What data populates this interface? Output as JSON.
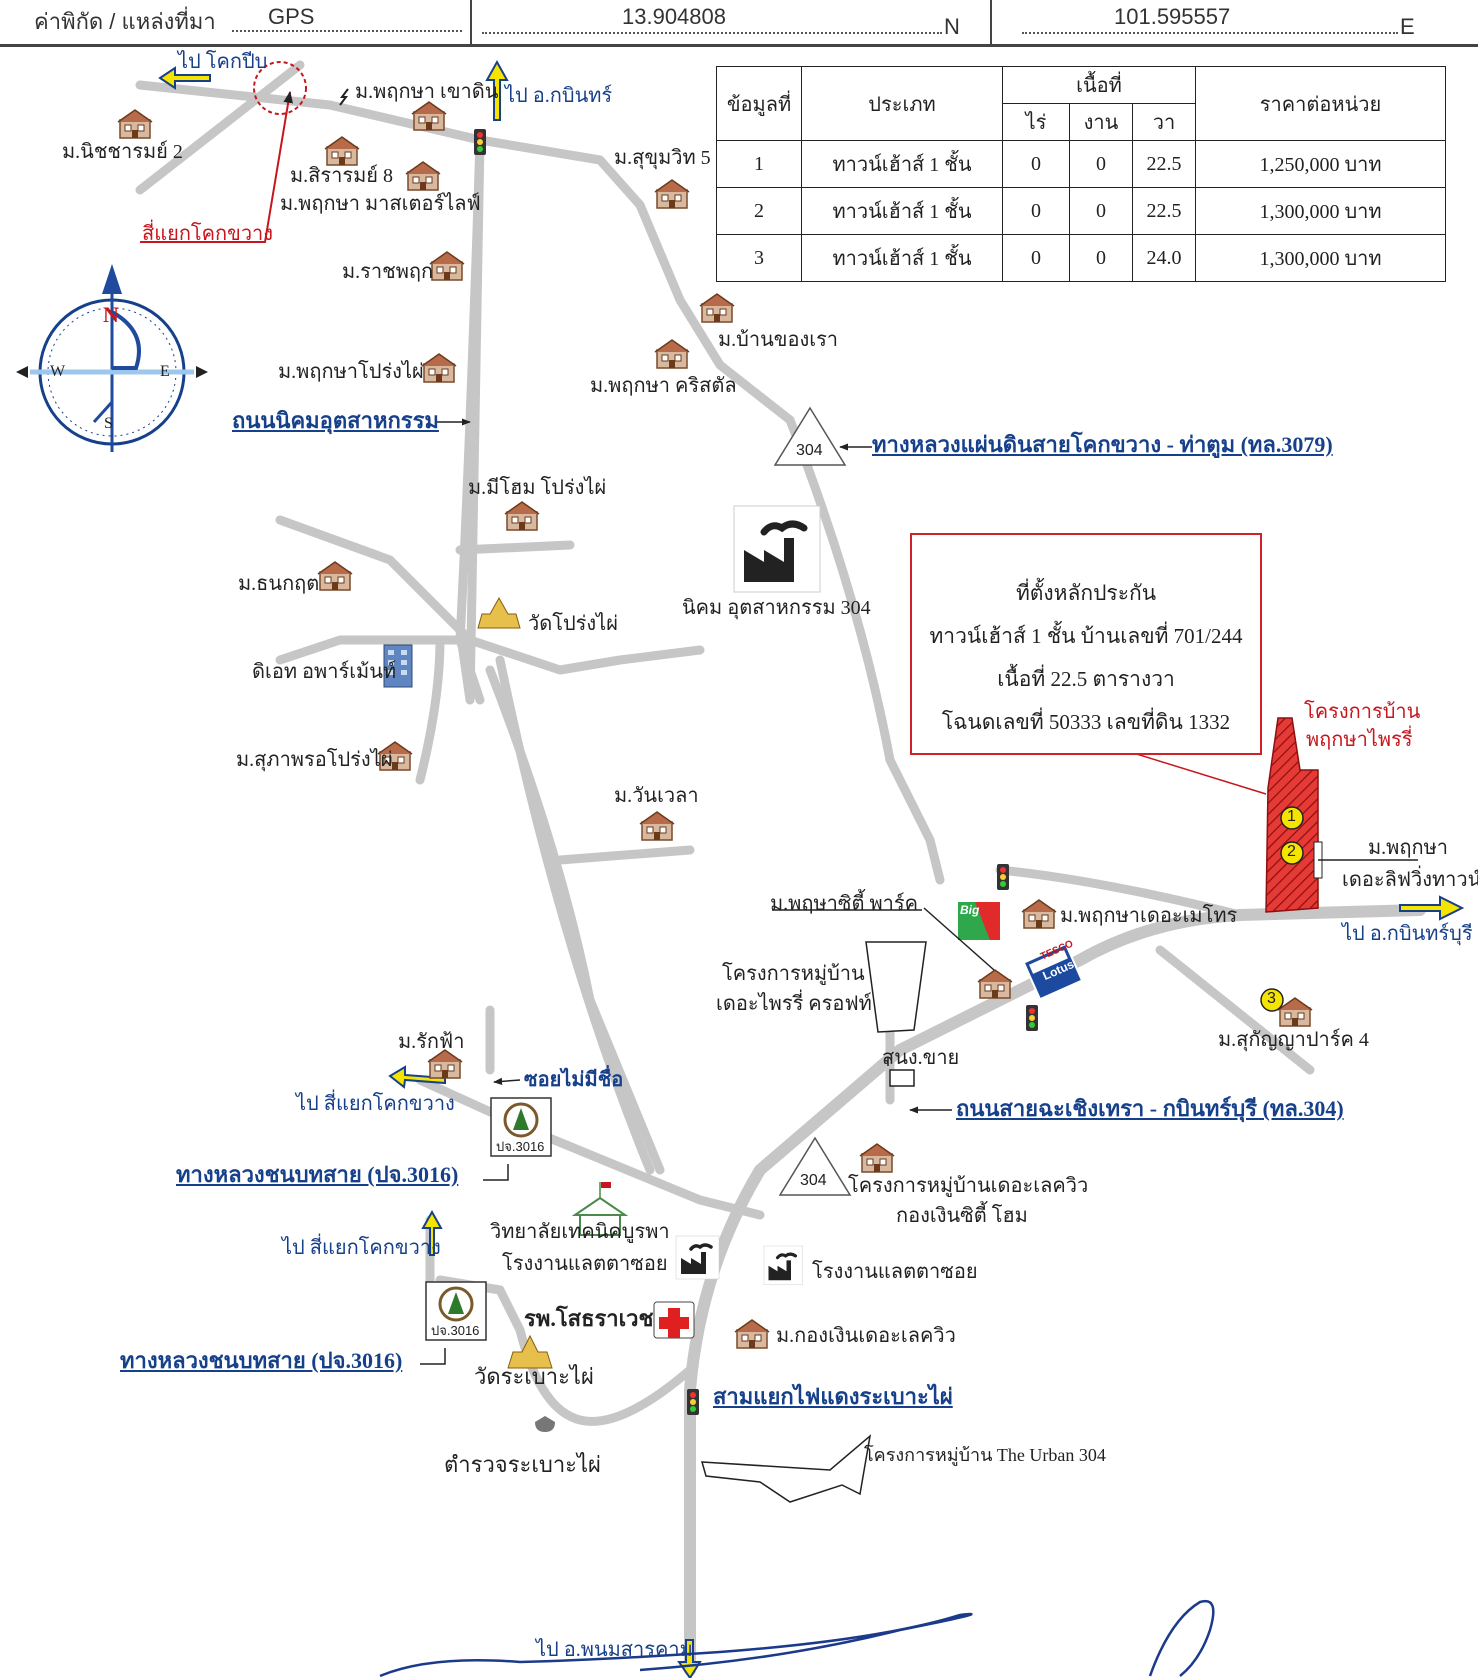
{
  "header": {
    "coord_label": "ค่าพิกัด / แหล่งที่มา",
    "coord_source": "GPS",
    "latitude": "13.904808",
    "lat_suffix": "N",
    "longitude": "101.595557",
    "lon_suffix": "E"
  },
  "price_table": {
    "headers": {
      "no": "ข้อมูลที่",
      "type": "ประเภท",
      "area": "เนื้อที่",
      "rai": "ไร่",
      "ngan": "งาน",
      "wa": "วา",
      "price": "ราคาต่อหน่วย"
    },
    "rows": [
      {
        "no": "1",
        "type": "ทาวน์เฮ้าส์ 1 ชั้น",
        "rai": "0",
        "ngan": "0",
        "wa": "22.5",
        "price": "1,250,000 บาท"
      },
      {
        "no": "2",
        "type": "ทาวน์เฮ้าส์ 1 ชั้น",
        "rai": "0",
        "ngan": "0",
        "wa": "22.5",
        "price": "1,300,000 บาท"
      },
      {
        "no": "3",
        "type": "ทาวน์เฮ้าส์ 1 ชั้น",
        "rai": "0",
        "ngan": "0",
        "wa": "24.0",
        "price": "1,300,000 บาท"
      }
    ]
  },
  "collateral_box": {
    "line1": "ที่ตั้งหลักประกัน",
    "line2": "ทาวน์เฮ้าส์ 1 ชั้น บ้านเลขที่ 701/244",
    "line3": "เนื้อที่ 22.5 ตารางวา",
    "line4": "โฉนดเลขที่ 50333 เลขที่ดิน 1332"
  },
  "compass": {
    "n": "N",
    "s": "S",
    "e": "E",
    "w": "W"
  },
  "labels": {
    "to_khok_peep": "ไป โคกปีบ",
    "to_kabin": "ไป อ.กบินทร์",
    "to_kabinburi": "ไป อ.กบินทร์บุรี",
    "to_si_yaek_1": "ไป สี่แยกโคกขวาง",
    "to_si_yaek_2": "ไป สี่แยกโคกขวาง",
    "to_phanom": "ไป อ.พนมสารคาม",
    "si_yaek_khok_khwang": "สี่แยกโคกขวาง",
    "road_nikhom": "ถนนนิคมอุตสาหกรรม",
    "road_3079": "ทางหลวงแผ่นดินสายโคกขวาง - ท่าตูม (ทล.3079)",
    "road_304": "ถนนสายฉะเชิงเทรา - กบินทร์บุรี (ทล.304)",
    "road_3016_a": "ทางหลวงชนบทสาย (ปจ.3016)",
    "road_3016_b": "ทางหลวงชนบทสาย (ปจ.3016)",
    "soi_no_name": "ซอยไม่มีชื่อ",
    "sam_yaek": "สามแยกไฟแดงระเบาะไผ่",
    "shield_304_a": "304",
    "shield_304_b": "304",
    "pj_a": "ปจ.3016",
    "pj_b": "ปจ.3016",
    "nichcharom": "ม.นิชชารมย์ 2",
    "pruksa_khaodin": "ม.พฤกษา เขาดิน",
    "sirarom": "ม.สิรารมย์ 8",
    "pruksa_master": "ม.พฤกษา มาสเตอร์ไลฟ์",
    "ratchaphruk": "ม.ราชพฤก",
    "pruksa_prongphai": "ม.พฤกษาโปร่งไผ่",
    "sukhumvit5": "ม.สุขุมวิท 5",
    "ban_khong_rao": "ม.บ้านของเรา",
    "pruksa_crystal": "ม.พฤกษา คริสตัล",
    "mehome": "ม.มีโฮม โปร่งไผ่",
    "industrial": "นิคม อุตสาหกรรม 304",
    "thanakrit": "ม.ธนกฤต",
    "wat_prongphai": "วัดโปร่งไผ่",
    "d8_apartment": "ดิเอท อพาร์เม้นท์",
    "supaporn": "ม.สุภาพรอโปร่งไผ่",
    "wanwela": "ม.วันเวลา",
    "project_red_1": "โครงการบ้าน",
    "project_red_2": "พฤกษาไพรรี่",
    "pruksa_living_1": "ม.พฤกษา",
    "pruksa_living_2": "เดอะลิฟวิ่งทาวน์",
    "marker1": "1",
    "marker2": "2",
    "marker3": "3",
    "pruksa_city_park": "ม.พฤษาซิตี้ พาร์ค",
    "pruksa_metro": "ม.พฤกษาเดอะเมโทร",
    "prairie_croft_1": "โครงการหมู่บ้าน",
    "prairie_croft_2": "เดอะไพรรี่ ครอฟท์",
    "sukunya": "ม.สุกัญญาปาร์ค 4",
    "for_sale": "สนง.ขาย",
    "rakfa": "ม.รักฟ้า",
    "lakeview_proj_1": "โครงการหมู่บ้านเดอะเลควิว",
    "lakeview_proj_2": "กองเงินซิตี้ โฮม",
    "tech_college": "วิทยาลัยเทคนิคบูรพา",
    "factory_1": "โรงงานแลตตาซอย",
    "factory_2": "โรงงานแลตตาซอย",
    "hospital": "รพ.โสธราเวช",
    "kongngern_lakeview": "ม.กองเงินเดอะเลควิว",
    "wat_rabaophai": "วัดระเบาะไผ่",
    "police": "ตำรวจระเบาะไผ่",
    "urban304": "โครงการหมู่บ้าน The Urban 304",
    "big_c": "Big",
    "tesco": "TESCO",
    "lotus": "Lotus"
  },
  "colors": {
    "road": "#c8c8c8",
    "label_blue": "#17408b",
    "arrow_yellow": "#f5e400",
    "accent_red": "#c8161d"
  }
}
